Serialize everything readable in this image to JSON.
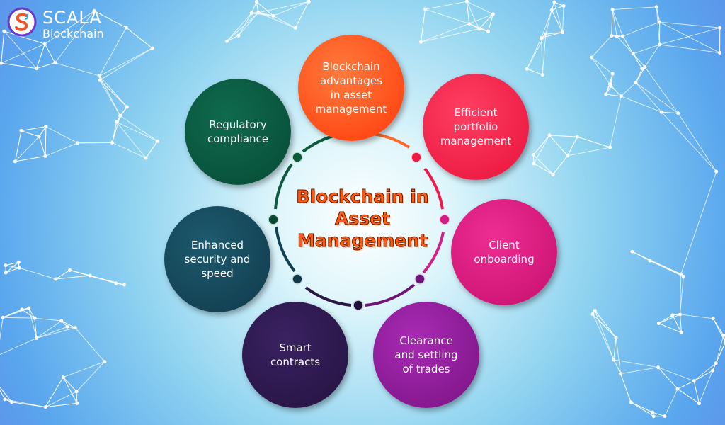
{
  "logo": {
    "name": "SCALA",
    "sub": "Blockchain",
    "icon": "scala-s-logo-icon"
  },
  "center": {
    "title": "Blockchain in\nAsset\nManagement"
  },
  "nodes": [
    {
      "label": "Blockchain\nadvantages\nin asset\nmanagement",
      "color_a": "#ff7a3c",
      "color_b": "#ff3a0a"
    },
    {
      "label": "Efficient\nportfolio\nmanagement",
      "color_a": "#ff3f63",
      "color_b": "#e8123b"
    },
    {
      "label": "Client\nonboarding",
      "color_a": "#ee2d93",
      "color_b": "#c50f6d"
    },
    {
      "label": "Clearance\nand settling\nof trades",
      "color_a": "#a82bb4",
      "color_b": "#7a1283"
    },
    {
      "label": "Smart\ncontracts",
      "color_a": "#3a2262",
      "color_b": "#24123f"
    },
    {
      "label": "Enhanced\nsecurity and\nspeed",
      "color_a": "#1e5a6e",
      "color_b": "#0f3a4a"
    },
    {
      "label": "Regulatory\ncompliance",
      "color_a": "#0f6a4e",
      "color_b": "#074a34"
    }
  ]
}
